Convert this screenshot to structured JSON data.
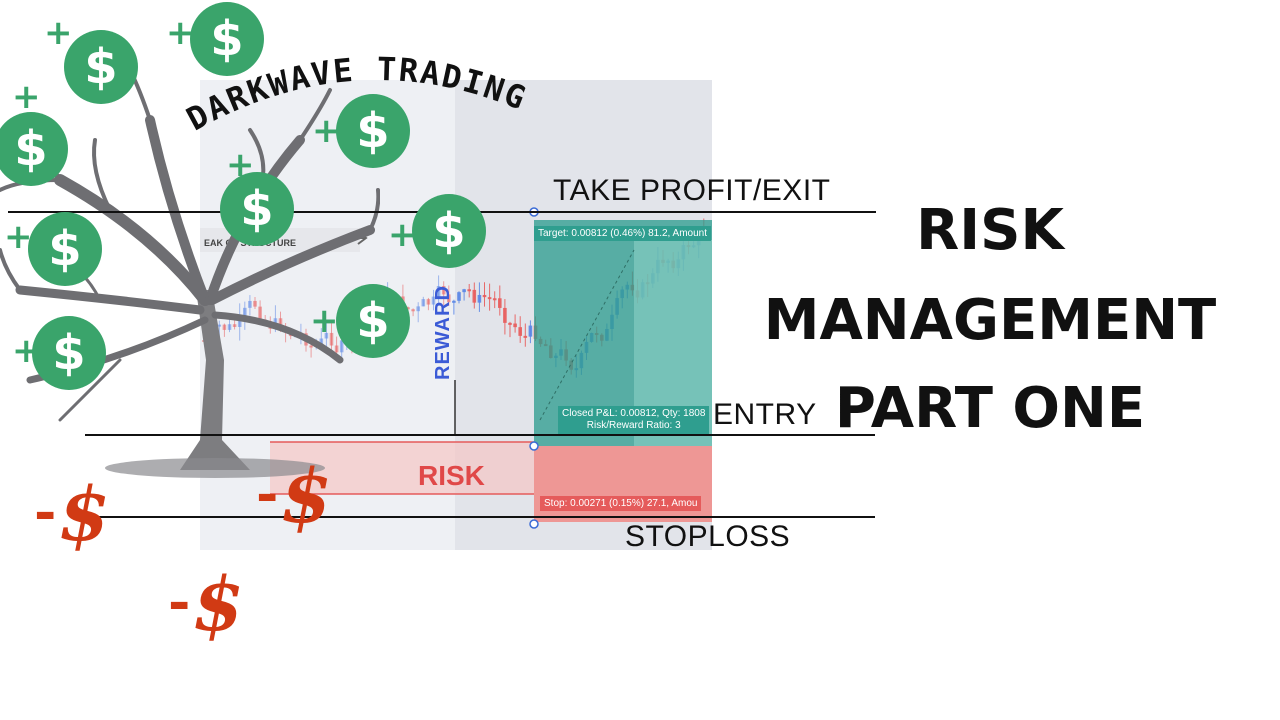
{
  "brand": {
    "name": "DARKWAVE TRADING"
  },
  "title": {
    "line1": "RISK",
    "line2": "MANAGEMENT",
    "line3": "PART ONE"
  },
  "levels": {
    "take_profit": "TAKE PROFIT/EXIT",
    "entry": "ENTRY",
    "stoploss": "STOPLOSS"
  },
  "chart": {
    "reward_label": "REWARD",
    "risk_label": "RISK",
    "structure_label": "EAK OF STRUCTURE",
    "target_text": "Target: 0.00812 (0.46%) 81.2, Amount",
    "closed_pnl_text": "Closed P&L: 0.00812, Qty: 1808",
    "rr_text": "Risk/Reward Ratio: 3",
    "stop_text": "Stop: 0.00271 (0.15%) 27.1, Amou"
  },
  "decor": {
    "coin_symbol": "$",
    "plus_symbol": "+",
    "minus_symbol": "-",
    "coin_color": "#3aa46b",
    "loss_color": "#d13a14",
    "reward_color": "#2f9e8f",
    "risk_color": "#e55b5b"
  }
}
